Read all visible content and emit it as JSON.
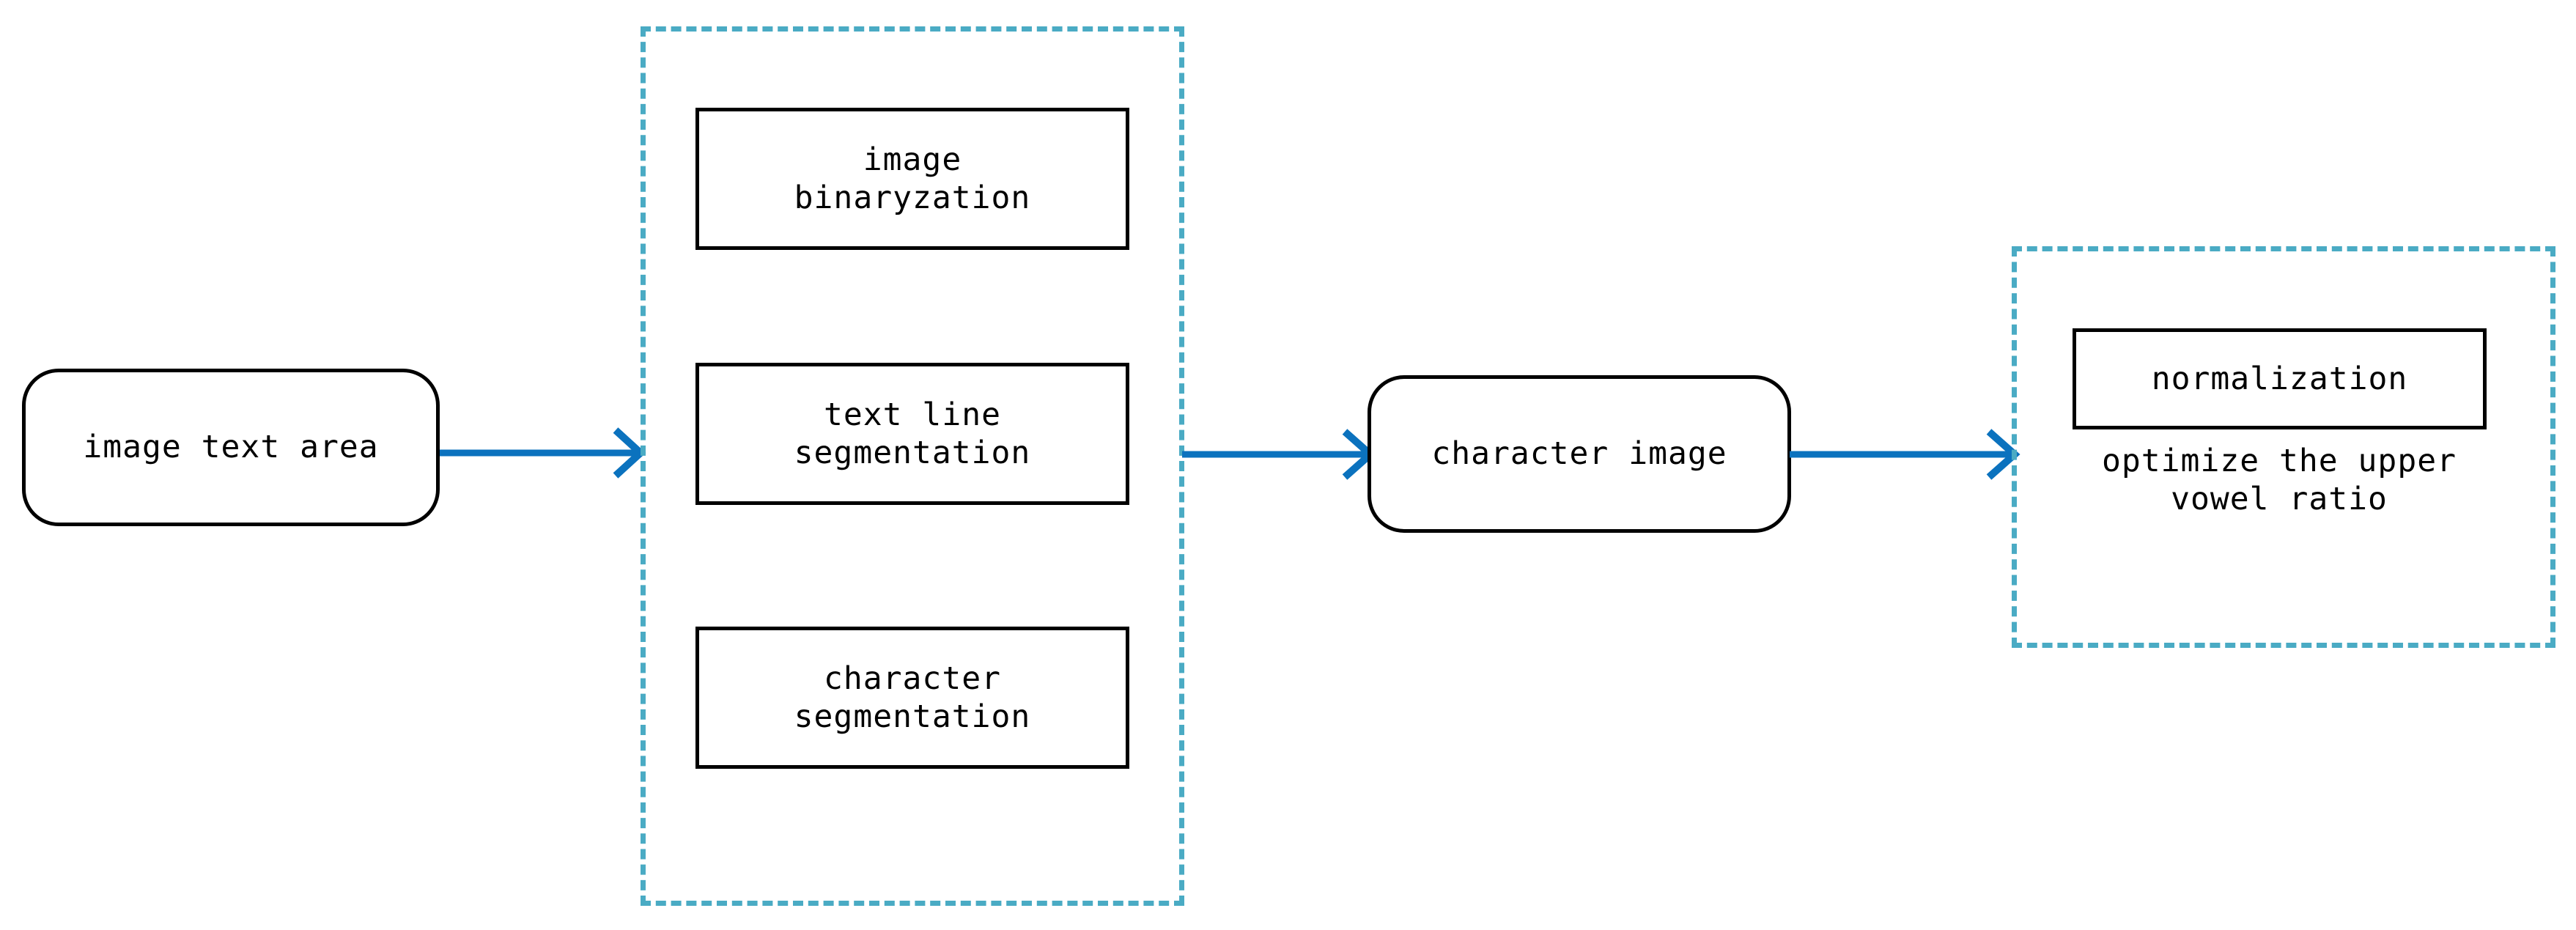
{
  "diagram": {
    "type": "flowchart",
    "orientation": "left-to-right",
    "background": "#ffffff",
    "colors": {
      "node_border": "#000000",
      "node_text": "#000000",
      "group_border_dashed": "#4aabc4",
      "arrow": "#0b72be"
    },
    "nodes": [
      {
        "id": "image-text-area",
        "shape": "rounded-rectangle",
        "label": "image text area"
      },
      {
        "id": "image-binaryzation",
        "shape": "rectangle",
        "label": "image\nbinaryzation"
      },
      {
        "id": "text-line-segmentation",
        "shape": "rectangle",
        "label": "text line\nsegmentation"
      },
      {
        "id": "character-segmentation",
        "shape": "rectangle",
        "label": "character\nsegmentation"
      },
      {
        "id": "character-image",
        "shape": "rounded-rectangle",
        "label": "character image"
      },
      {
        "id": "normalization",
        "shape": "rectangle",
        "label": "normalization"
      }
    ],
    "captions": [
      {
        "id": "optimize-upper-vowel-ratio",
        "text": "optimize the upper\nvowel ratio"
      }
    ],
    "groups": [
      {
        "id": "preprocessing-group",
        "style": "dashed"
      },
      {
        "id": "normalization-group",
        "style": "dashed"
      }
    ],
    "edges": [
      {
        "id": "edge-1",
        "from": "image-text-area",
        "to": "preprocessing-group",
        "label": ""
      },
      {
        "id": "edge-2",
        "from": "preprocessing-group",
        "to": "character-image",
        "label": ""
      },
      {
        "id": "edge-3",
        "from": "character-image",
        "to": "normalization-group",
        "label": ""
      }
    ]
  }
}
